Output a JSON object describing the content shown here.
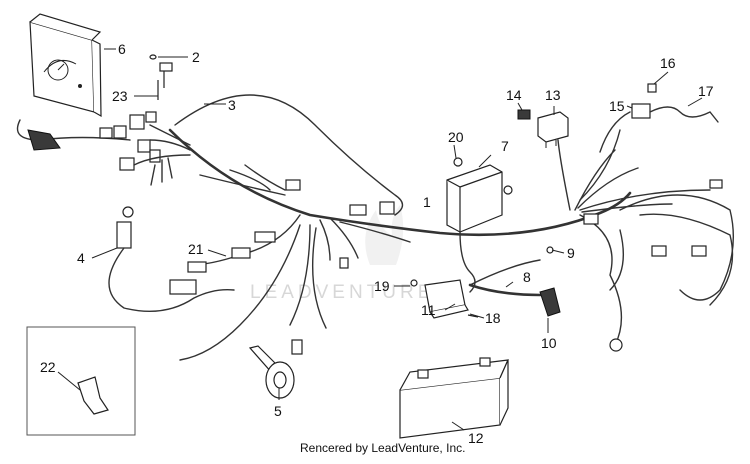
{
  "diagram": {
    "callouts": {
      "c1": "1",
      "c2": "2",
      "c3": "3",
      "c4": "4",
      "c5": "5",
      "c6": "6",
      "c7": "7",
      "c8": "8",
      "c9": "9",
      "c10": "10",
      "c11": "11",
      "c12": "12",
      "c13": "13",
      "c14": "14",
      "c15": "15",
      "c16": "16",
      "c17": "17",
      "c18": "18",
      "c19": "19",
      "c20": "20",
      "c21": "21",
      "c22": "22",
      "c23": "23"
    },
    "watermark": "LEADVENTURE",
    "credit": "Rencered by LeadVenture, Inc."
  }
}
